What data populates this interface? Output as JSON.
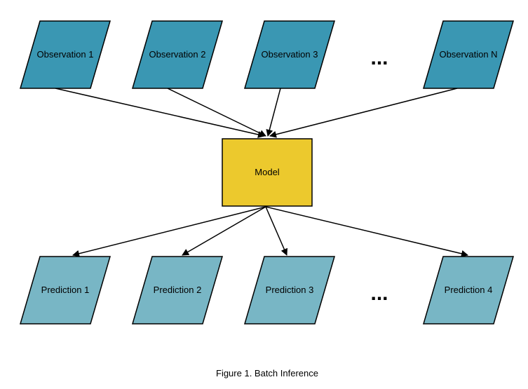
{
  "diagram": {
    "observations": [
      "Observation 1",
      "Observation 2",
      "Observation 3",
      "Observation N"
    ],
    "model_label": "Model",
    "predictions": [
      "Prediction 1",
      "Prediction 2",
      "Prediction 3",
      "Prediction 4"
    ],
    "ellipsis": "...",
    "caption": "Figure 1. Batch Inference"
  },
  "colors": {
    "observation_fill": "#3a97b3",
    "model_fill": "#ecc92d",
    "prediction_fill": "#78b6c5",
    "outline": "#000000"
  }
}
